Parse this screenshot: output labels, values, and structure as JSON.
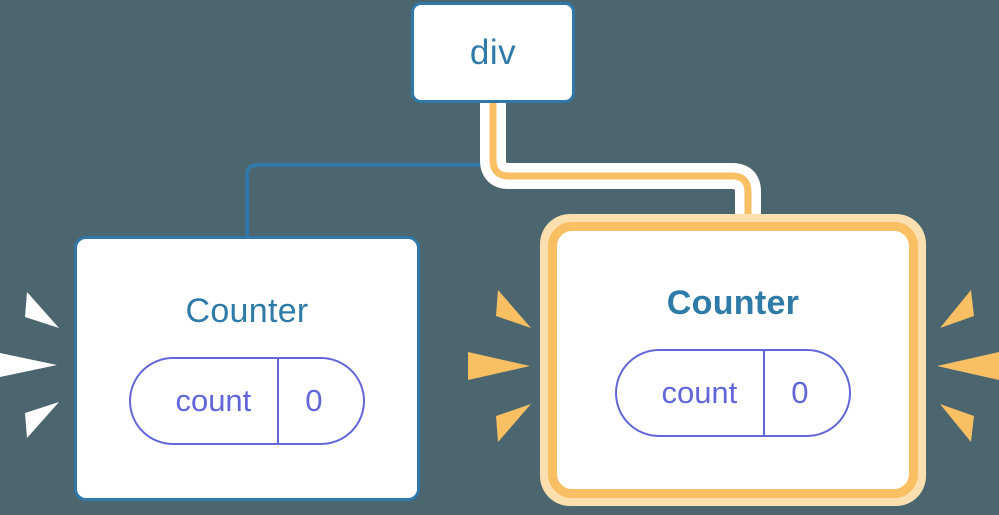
{
  "diagram": {
    "title": "component-tree-update-highlight",
    "background_color": "#4c666f"
  },
  "nodes": [
    {
      "id": "div",
      "label": "div",
      "type": "element-node",
      "highlighted": false,
      "border_color": "#3178a8",
      "text_color": "#2e7ba8"
    },
    {
      "id": "counter-left",
      "label": "Counter",
      "type": "component-node",
      "highlighted": false,
      "border_color": "#3178a8",
      "text_color": "#2e7ba8",
      "bold": false,
      "state": {
        "key": "count",
        "value": "0"
      },
      "state_color": "#6366d8",
      "rays_color": "#ffffff"
    },
    {
      "id": "counter-right",
      "label": "Counter",
      "type": "component-node",
      "highlighted": true,
      "border_color": "#f8bf63",
      "glow_color": "#fbdfae",
      "text_color": "#2e7ba8",
      "bold": true,
      "state": {
        "key": "count",
        "value": "0"
      },
      "state_color": "#6366d8",
      "rays_color": "#f8bf63"
    }
  ],
  "edges": [
    {
      "id": "div-to-counter-left",
      "from": "div",
      "to": "counter-left",
      "color": "#3178a8",
      "active": false
    },
    {
      "id": "div-to-counter-right",
      "from": "div",
      "to": "counter-right",
      "color": "#f8bf63",
      "halo_color": "#ffffff",
      "active": true
    }
  ]
}
